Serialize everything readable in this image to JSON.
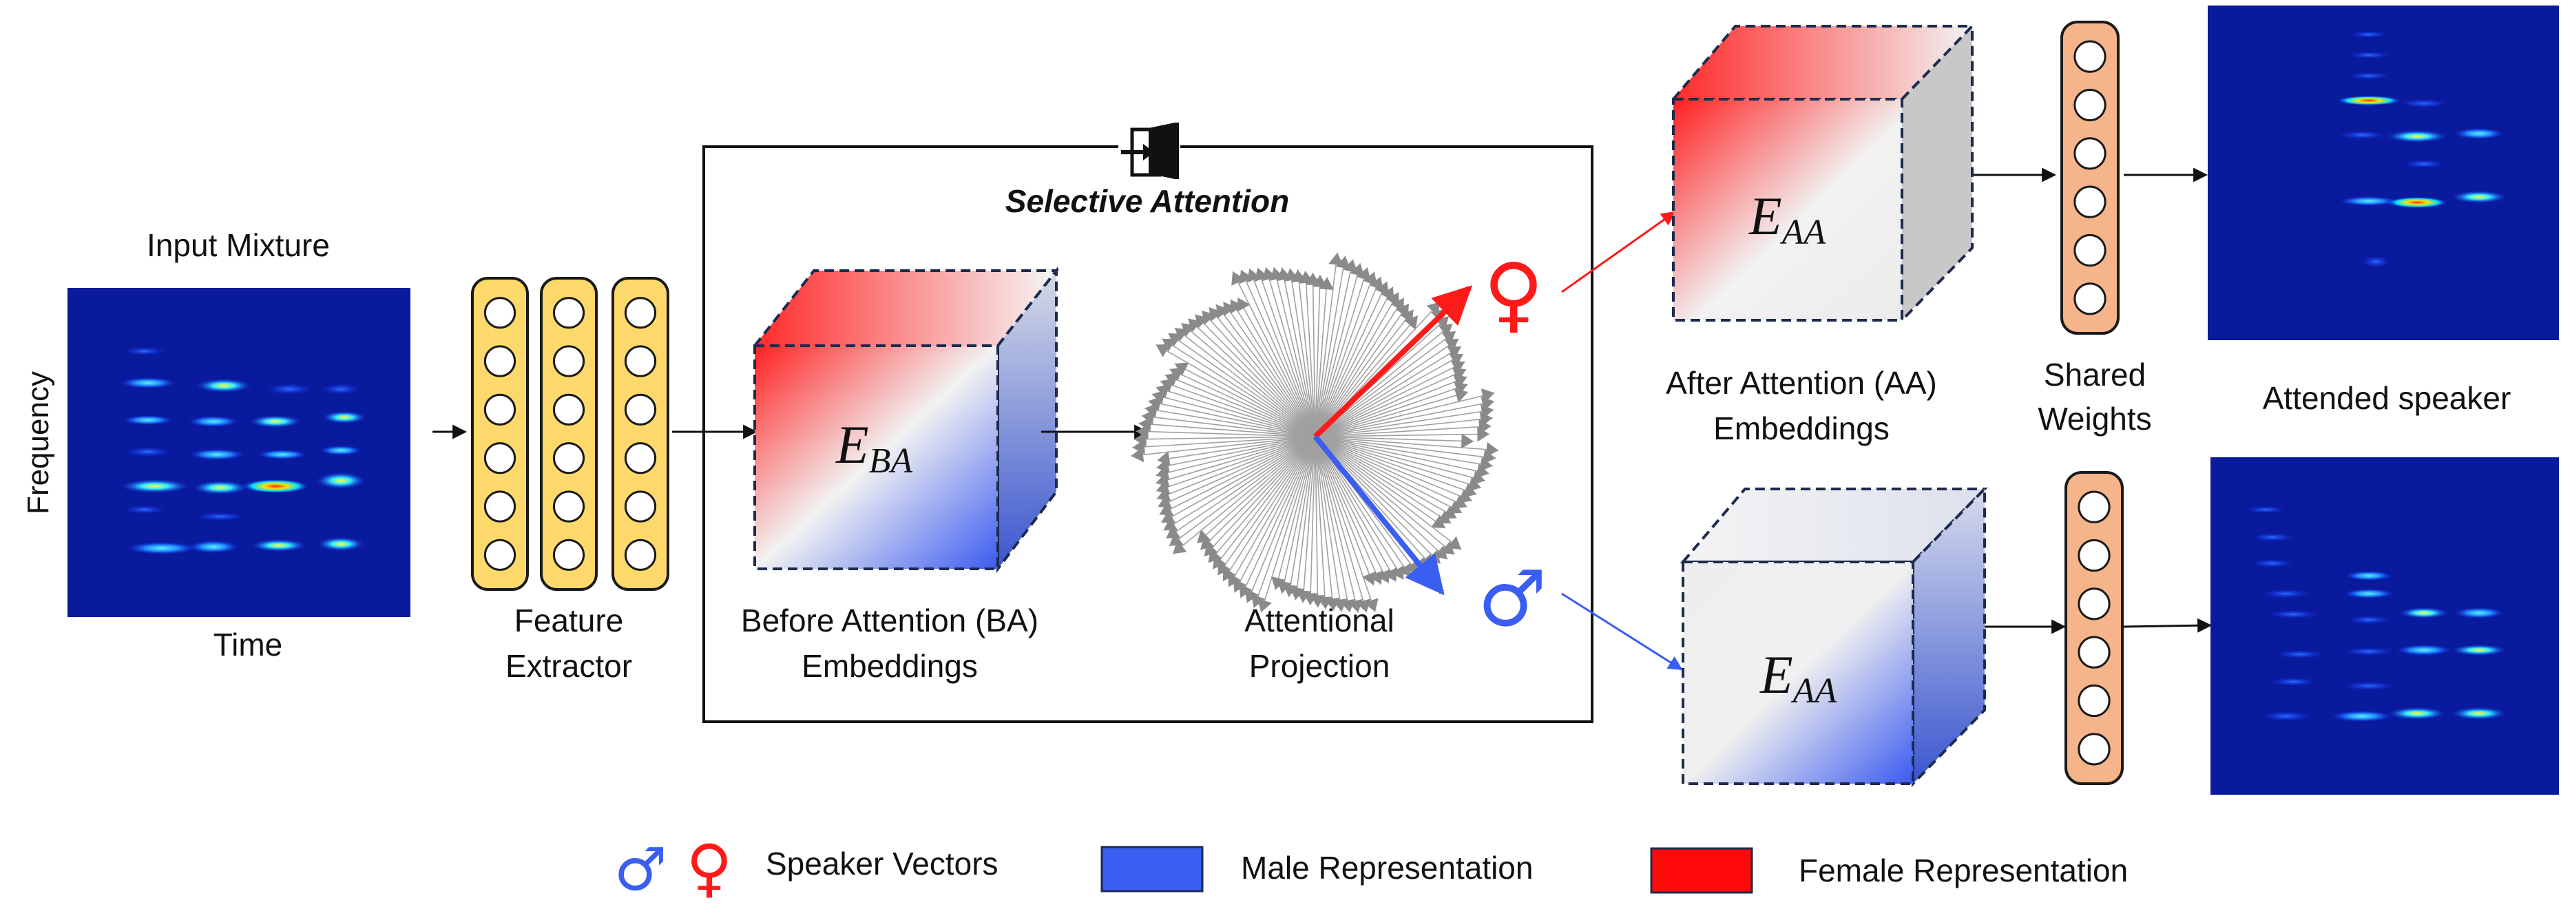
{
  "labels": {
    "input_mixture": "Input Mixture",
    "frequency": "Frequency",
    "time": "Time",
    "feature_line1": "Feature",
    "feature_line2": "Extractor",
    "selective_attention": "Selective Attention",
    "before_line1": "Before Attention (BA)",
    "before_line2": "Embeddings",
    "projection_line1": "Attentional",
    "projection_line2": "Projection",
    "after_line1": "After Attention (AA)",
    "after_line2": "Embeddings",
    "shared_line1": "Shared",
    "shared_line2": "Weights",
    "attended_speaker": "Attended speaker"
  },
  "math": {
    "e_ba": {
      "base": "E",
      "sub": "BA"
    },
    "e_aa_top": {
      "base": "E",
      "sub": "AA"
    },
    "e_aa_bottom": {
      "base": "E",
      "sub": "AA"
    }
  },
  "symbols": {
    "male": "♂",
    "female": "♀"
  },
  "legend": {
    "speaker_vectors": "Speaker Vectors",
    "male_representation": "Male Representation",
    "female_representation": "Female Representation"
  },
  "colors": {
    "female": "#ff1a1a",
    "male": "#3a5ef0",
    "feature_fill": "#fcd96a",
    "shared_fill": "#f5b48a",
    "spectrogram_bg": "#0a1a9c"
  },
  "icons": {
    "attention_icon": "door-enter-icon"
  }
}
